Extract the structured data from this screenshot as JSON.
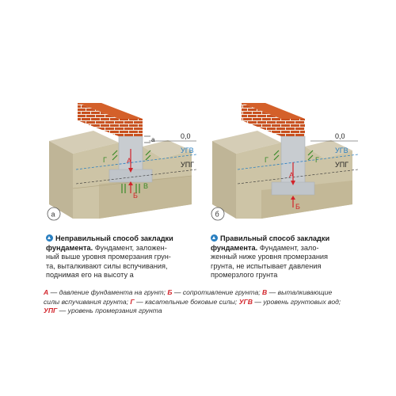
{
  "colors": {
    "soil_top": "#d3ccb6",
    "soil_front": "#cfc7ab",
    "soil_side": "#bfb597",
    "soil_dark": "#b2a687",
    "concrete": "#c8ccd0",
    "brick": "#c8501f",
    "mortar": "#f3efe6",
    "line_blue": "#2a7fc0",
    "arrow_red": "#d2232a",
    "arrow_green": "#3a8a2a"
  },
  "diagram_a": {
    "level_zero": "0,0",
    "ugv": "УГВ",
    "upg": "УПГ",
    "label_a": "а",
    "label_A": "А",
    "label_B": "Б",
    "label_V": "В",
    "label_G": "Г",
    "badge": "а"
  },
  "diagram_b": {
    "level_zero": "0,0",
    "ugv": "УГВ",
    "upg": "УПГ",
    "label_A": "А",
    "label_B": "Б",
    "label_G": "Г",
    "badge": "б"
  },
  "caption_a": {
    "title": "Неправильный способ закладки фундамента.",
    "l1": " Фундамент, заложен-",
    "l2": "ный выше уровня промерзания грун-",
    "l3": "та, выталкивают силы вспучивания,",
    "l4": "поднимая его на высоту а"
  },
  "caption_b": {
    "title": "Правильный способ закладки фундамента.",
    "l1": " Фундамент, зало-",
    "l2": "женный ниже уровня промерзания",
    "l3": "грунта, не испытывает давления",
    "l4": "промерзлого грунта"
  },
  "legend": {
    "k1": "А",
    "t1": " — давление фундамента на грунт; ",
    "k2": "Б",
    "t2": " — сопротивление грунта; ",
    "k3": "В",
    "t3": " — выталкивающие",
    "t4": "силы вспучивания грунта; ",
    "k4": "Г",
    "t5": " — касательные боковые силы; ",
    "k5": "УГВ",
    "t6": " — уровень грунтовых вод;",
    "k6": "УПГ",
    "t7": " — уровень промерзания грунта"
  }
}
